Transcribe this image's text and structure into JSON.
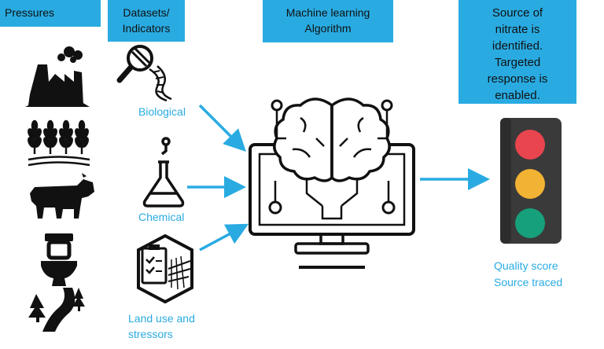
{
  "boxes": {
    "pressures": "Pressures",
    "datasets_line1": "Datasets/",
    "datasets_line2": "Indicators",
    "ml_line1": "Machine learning",
    "ml_line2": "Algorithm",
    "source_lines": [
      "Source of",
      "nitrate is",
      "identified.",
      "Targeted",
      "response is",
      "enabled."
    ]
  },
  "labels": {
    "biological": "Biological",
    "chemical": "Chemical",
    "land_line1": "Land use and",
    "land_line2": "stressors",
    "quality_line1": "Quality score",
    "quality_line2": "Source traced"
  },
  "colors": {
    "accent": "#29abe2",
    "icon": "#111111",
    "light_red": "#e8454f",
    "light_amber": "#f2b233",
    "light_green": "#17a07c",
    "light_body": "#3a3a3a"
  },
  "icons": [
    "factory-icon",
    "wheat-icon",
    "cow-icon",
    "toilet-icon",
    "river-trees-icon",
    "dna-magnifier-icon",
    "flask-icon",
    "clipboard-field-icon",
    "brain-monitor-icon",
    "traffic-light-icon"
  ]
}
